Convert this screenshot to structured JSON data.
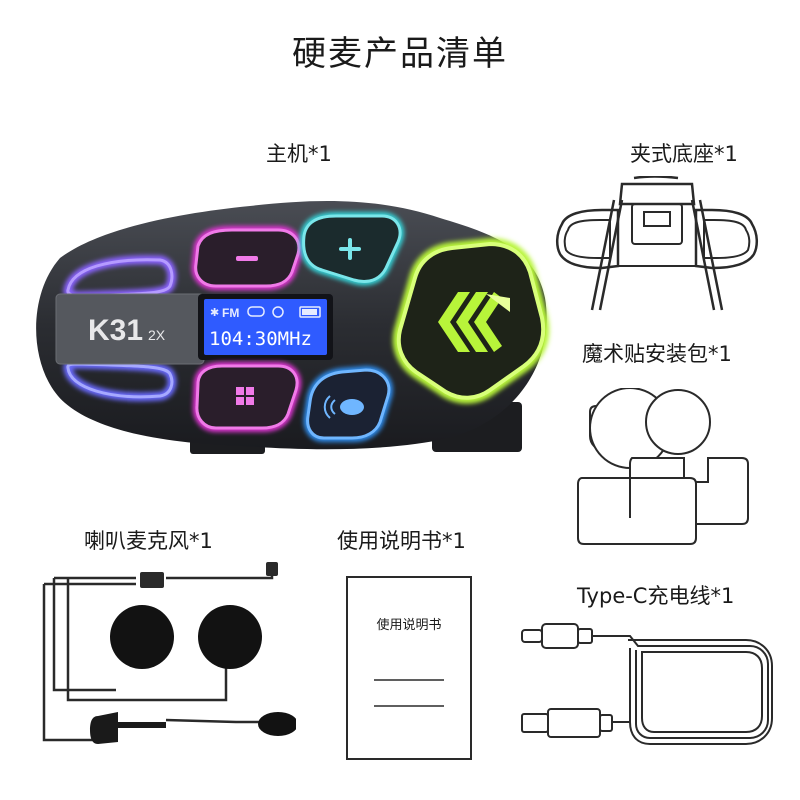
{
  "page": {
    "title": "硬麦产品清单"
  },
  "items": {
    "main_unit": {
      "label": "主机*1"
    },
    "clip_base": {
      "label": "夹式底座*1"
    },
    "velcro_pack": {
      "label": "魔术贴安装包*1"
    },
    "speaker_mic": {
      "label": "喇叭麦克风*1"
    },
    "manual": {
      "label": "使用说明书*1",
      "cover_text": "使用说明书"
    },
    "cable": {
      "label": "Type-C充电线*1"
    }
  },
  "device": {
    "model": "K31",
    "model_suffix": "2X",
    "screen_icons": "FM",
    "screen_frequency": "104:30MHz"
  },
  "colors": {
    "body": "#2c2e33",
    "magenta": "#e235d6",
    "cyan": "#35d4d9",
    "blue": "#2f8ef0",
    "green": "#b8f43a",
    "purple": "#7a5cff",
    "lcd": "#2f5bff"
  }
}
